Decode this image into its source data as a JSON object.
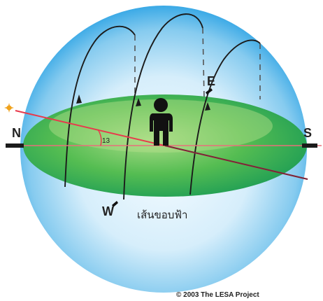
{
  "labels": {
    "north": "N",
    "south": "S",
    "east": "E",
    "west": "W",
    "horizon": "เส้นขอบฟ้า",
    "angle": "13",
    "credit": "© 2003  The LESA Project"
  },
  "colors": {
    "sphere_edge": "#3aa9e6",
    "sphere_center": "#f2fbff",
    "plane": "#2fb04c",
    "plane_light": "#9ad67c",
    "axis_line": "#e83a4c",
    "horizon_line": "#e83a4c",
    "star": "#f0a21c",
    "path": "#1b1b1b"
  },
  "icons": {
    "observer": "person-silhouette-icon",
    "pole_star": "star-icon"
  }
}
